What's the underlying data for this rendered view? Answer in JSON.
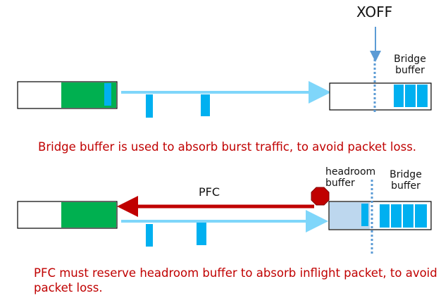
{
  "top_scenario": {
    "xoff_label": "XOFF",
    "bridge_buffer_label": "Bridge\nbuffer",
    "caption": "Bridge buffer is used to absorb burst traffic, to avoid packet loss."
  },
  "bottom_scenario": {
    "pfc_label": "PFC",
    "headroom_buffer_label": "headroom\nbuffer",
    "bridge_buffer_label": "Bridge\nbuffer",
    "caption": "PFC must reserve headroom buffer to absorb inflight packet, to avoid packet loss."
  },
  "colors": {
    "sender_fill": "#00b050",
    "packet": "#00b0f0",
    "data_arrow": "#7fd6fa",
    "pfc_arrow": "#c00000",
    "xoff_arrow": "#5b9bd5",
    "headroom_fill": "#bdd7ee",
    "caption": "#c00000"
  }
}
